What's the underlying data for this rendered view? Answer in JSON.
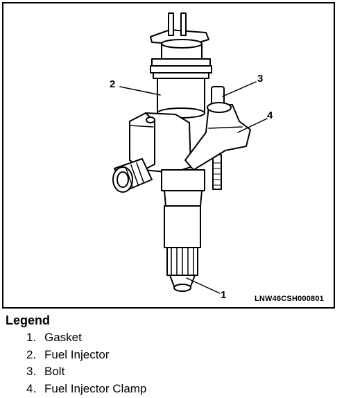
{
  "figure": {
    "code": "LNW46CSH000801",
    "callouts": [
      "1",
      "2",
      "3",
      "4"
    ]
  },
  "legend": {
    "title": "Legend",
    "items": [
      {
        "num": "1.",
        "label": "Gasket"
      },
      {
        "num": "2.",
        "label": "Fuel Injector"
      },
      {
        "num": "3.",
        "label": "Bolt"
      },
      {
        "num": "4.",
        "label": "Fuel Injector Clamp"
      }
    ]
  }
}
